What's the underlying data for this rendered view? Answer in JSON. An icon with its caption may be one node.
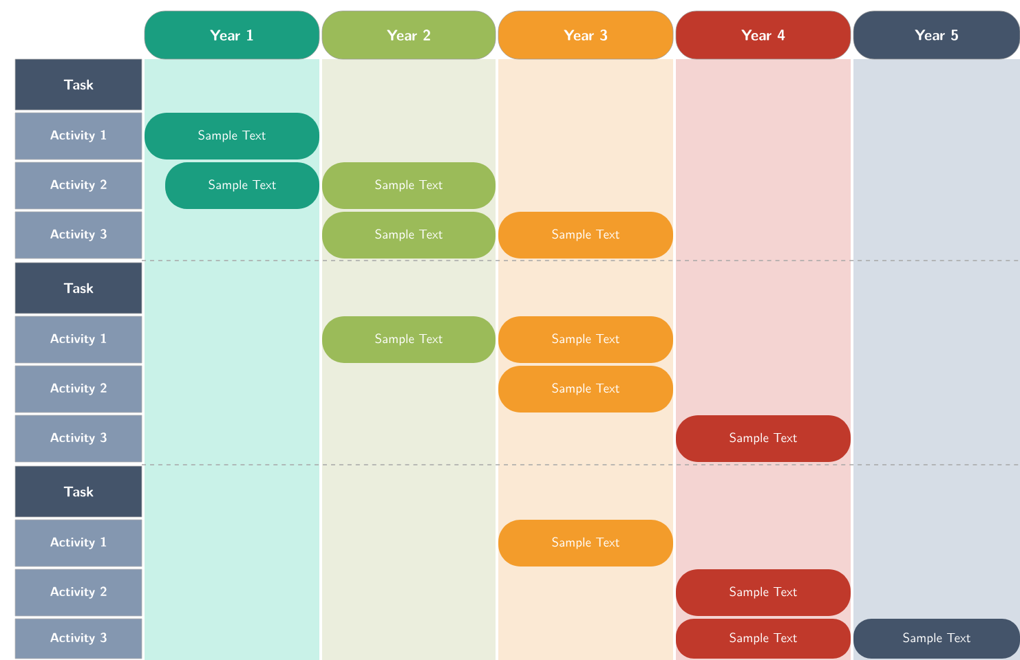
{
  "diagram": {
    "nodes": [
      {
        "text": [
          "Year 1"
        ]
      },
      {
        "text": [
          "Year 2"
        ]
      },
      {
        "text": [
          "Year 3"
        ]
      },
      {
        "text": [
          "Year 4"
        ]
      },
      {
        "text": [
          "Year 5"
        ]
      },
      {
        "text": [
          "Task"
        ]
      },
      {
        "text": [
          "Activity 1"
        ]
      },
      {
        "text": [
          "Sample Text"
        ]
      },
      {
        "text": [
          "Activity 2"
        ]
      },
      {
        "text": [
          "Sample Text"
        ]
      },
      {
        "text": [
          "Sample Text"
        ]
      },
      {
        "text": [
          "Activity 3"
        ]
      },
      {
        "text": [
          "Sample Text"
        ]
      },
      {
        "text": [
          "Sample Text"
        ]
      },
      {
        "text": [
          "Task"
        ]
      },
      {
        "text": [
          "Activity 1"
        ]
      },
      {
        "text": [
          "Sample Text"
        ]
      },
      {
        "text": [
          "Sample Text"
        ]
      },
      {
        "text": [
          "Activity 2"
        ]
      },
      {
        "text": [
          "Sample Text"
        ]
      },
      {
        "text": [
          "Activity 3"
        ]
      },
      {
        "text": [
          "Sample Text"
        ]
      },
      {
        "text": [
          "Task"
        ]
      },
      {
        "text": [
          "Activity 1"
        ]
      },
      {
        "text": [
          "Sample Text"
        ]
      },
      {
        "text": [
          "Activity 2"
        ]
      },
      {
        "text": [
          "Sample Text"
        ]
      },
      {
        "text": [
          "Activity 3"
        ]
      },
      {
        "text": [
          "Sample Text"
        ]
      },
      {
        "text": [
          "Sample Text"
        ]
      }
    ]
  }
}
